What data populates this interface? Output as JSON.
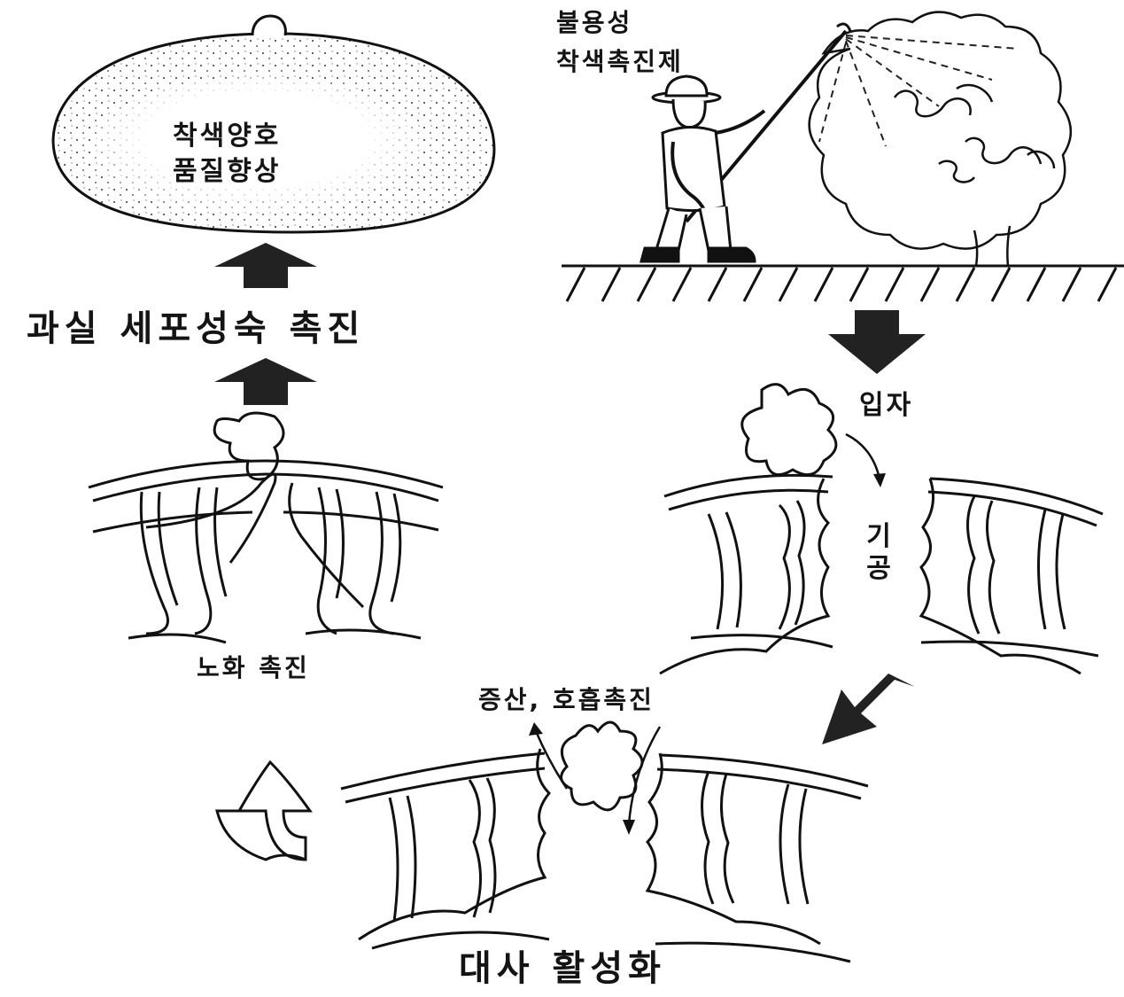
{
  "fruit": {
    "line1": "착색양호",
    "line2": "품질향상"
  },
  "spray": {
    "line1": "불용성",
    "line2": "착색촉진제"
  },
  "step1": "과실 세포성숙 촉진",
  "particle": "입자",
  "stomata": {
    "char1": "기",
    "char2": "공"
  },
  "aging": "노화 촉진",
  "respiration": "증산, 호흡촉진",
  "metabolism": "대사 활성화"
}
